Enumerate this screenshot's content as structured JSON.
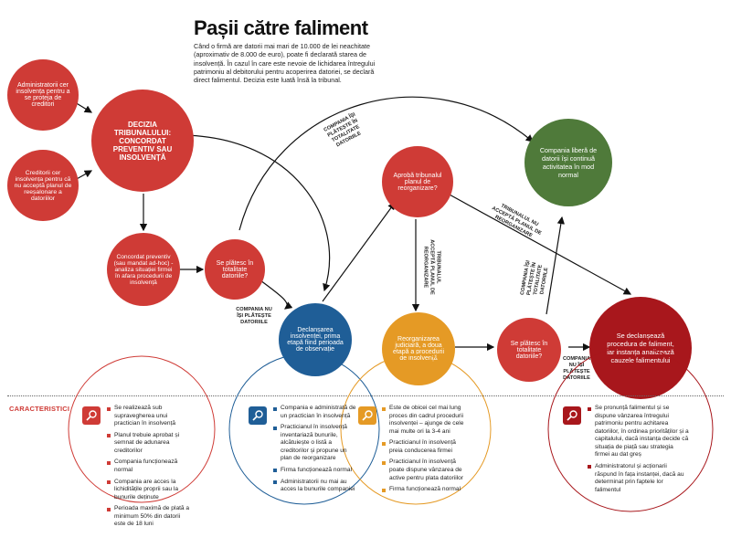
{
  "header": {
    "title": "Pașii către faliment",
    "intro": "Când o firmă are datorii mai mari de 10.000 de lei neachitate (aproximativ de 8.000 de euro), poate fi declarată starea de insolvență. În cazul în care este nevoie de lichidarea întregului patrimoniu al debitorului pentru acoperirea datoriei, se declară direct falimentul. Decizia este luată însă la tribunal."
  },
  "nodes": {
    "admins_request": "Administratorii cer insolvența pentru a se proteja de creditori",
    "creditors_request": "Creditorii cer insolvența pentru că nu acceptă planul de reeșalonare a datoriilor",
    "court_decision": "DECIZIA TRIBUNALULUI: CONCORDAT PREVENTIV SAU INSOLVENȚĂ",
    "preventive_concordat": "Concordat preventiv (sau mandat ad-hoc) - analiza situației firmei în afara procedurii de insolvență",
    "pay_debts_1": "Se plătesc în totalitate datoriile?",
    "insolvency_opening": "Declanșarea insolvenței, prima etapă fiind perioada de observație",
    "approve_plan": "Aprobă tribunalul planul de reorganizare?",
    "company_free": "Compania liberă de datorii își continuă activitatea în mod normal",
    "judicial_reorg": "Reorganizarea judiciară, a doua etapă a procedurii de insolvență",
    "pay_debts_2": "Se plătesc în totalitate datoriile?",
    "bankruptcy": "Se declanșează procedura de faliment, iar instanța analizează cauzele falimentului"
  },
  "edge_labels": {
    "pays_all_debts": "COMPANIA ÎȘI PLĂTEȘTE ÎN TOTALITATE DATORIILE",
    "does_not_pay_1": "COMPANIA NU ÎȘI PLĂTEȘTE DATORIILE",
    "court_rejects_plan": "TRIBUNALUL NU ACCEPTĂ PLANUL DE REORGANIZARE",
    "court_accepts_plan": "TRIBUNALUL ACCEPTĂ PLANUL DE REORGANIZARE",
    "pays_all_debts_2": "COMPANIA ÎȘI PLĂTEȘTE ÎN TOTALITATE DATORIILE",
    "does_not_pay_2": "COMPANIA NU ÎȘI PLĂTEȘTE DATORIILE"
  },
  "characteristics": {
    "label": "CARACTERISTICI",
    "concordat": [
      "Se realizează sub supravegherea unui practician în insolvență",
      "Planul trebuie aprobat și semnat de adunarea creditorilor",
      "Compania funcționează normal",
      "Compania are acces la lichiditățile proprii sau la bunurile deținute",
      "Perioada maximă de plată a minimum 50% din datorii este de 18 luni"
    ],
    "observation": [
      "Compania e administrată de un practician în insolvență",
      "Practicianul în insolvență inventariază bunurile, alcătuiește o listă a creditorilor și propune un plan de reorganizare",
      "Firma funcționează normal",
      "Administratorii nu mai au acces la bunurile companiei"
    ],
    "reorganization": [
      "Este de obicei cel mai lung proces din cadrul procedurii insolvenței – ajunge de cele mai multe ori la 3-4 ani",
      "Practicianul în insolvență preia conducerea firmei",
      "Practicianul în insolvență poate dispune vânzarea de active pentru plata datoriilor",
      "Firma funcționează normal"
    ],
    "bankruptcy": [
      "Se pronunță falimentul și se dispune vânzarea întregului patrimoniu pentru achitarea datoriilor, în ordinea priorităților și a capitalului, dacă instanța decide că situația de piață sau strategia firmei au dat greș",
      "Administratorul și acționarii răspund în fața instanței, dacă au determinat prin faptele lor falimentul"
    ]
  },
  "colors": {
    "red": "#cf3b36",
    "dark_red": "#a8171c",
    "green": "#4f7a3a",
    "blue": "#1f5e97",
    "orange": "#e59a25"
  },
  "icons": [
    "magnifier-icon"
  ]
}
